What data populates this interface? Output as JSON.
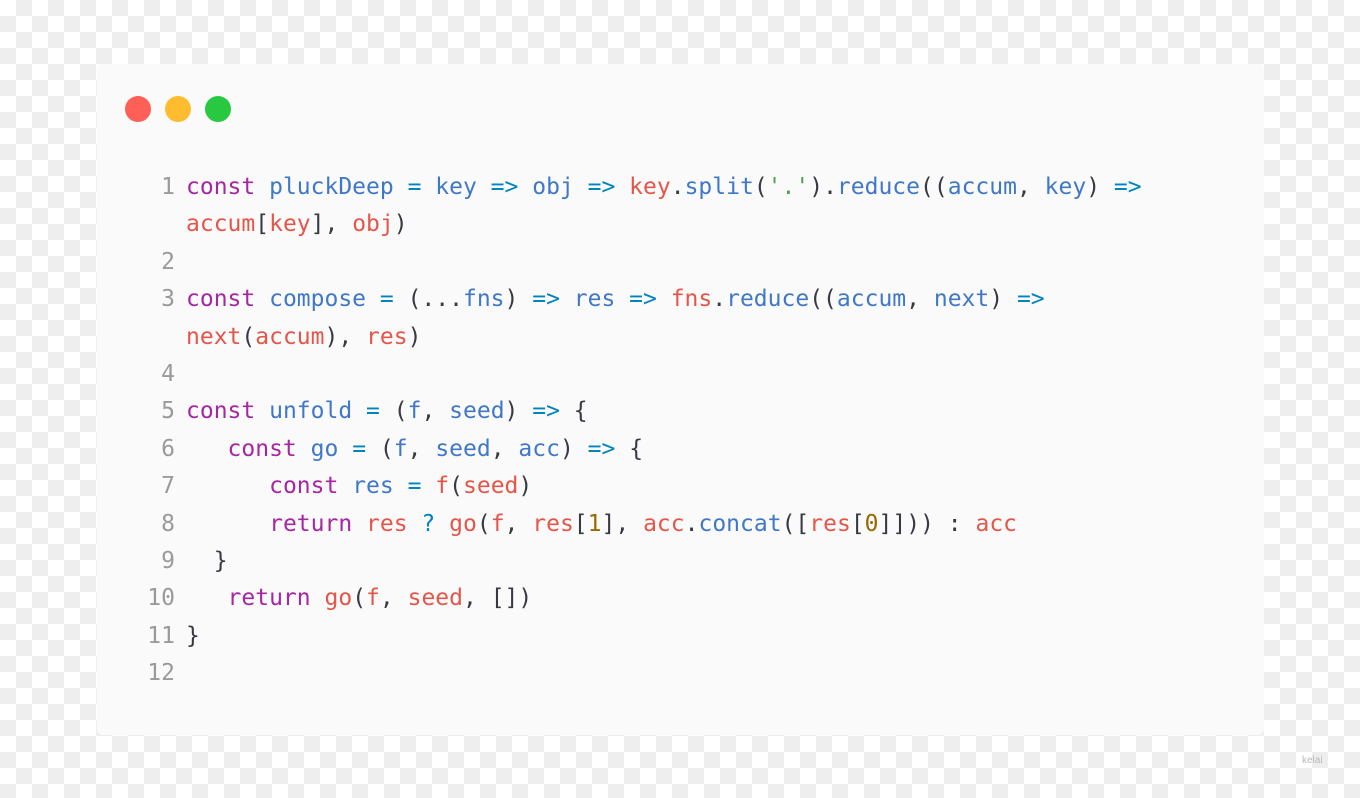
{
  "window": {
    "controls": [
      "close-icon",
      "minimize-icon",
      "maximize-icon"
    ],
    "colors": {
      "close": "#fe5f57",
      "minimize": "#febc2e",
      "maximize": "#28c840"
    }
  },
  "code": {
    "lines": [
      {
        "n": "1",
        "parts": [
          "const",
          " pluckDeep",
          " = ",
          "key",
          " => ",
          "obj",
          " => ",
          "key",
          ".",
          "split",
          "(",
          "'.'",
          ").",
          "reduce",
          "((",
          "accum",
          ", ",
          "key",
          ") ",
          "=>"
        ]
      },
      {
        "n": "",
        "parts": [
          "accum",
          "[",
          "key",
          "], ",
          "obj",
          ")"
        ]
      },
      {
        "n": "2",
        "parts": []
      },
      {
        "n": "3",
        "parts": [
          "const",
          " compose",
          " = ",
          "(...",
          "fns",
          ") ",
          "=>",
          " res",
          " => ",
          "fns",
          ".",
          "reduce",
          "((",
          "accum",
          ", ",
          "next",
          ") ",
          "=>"
        ]
      },
      {
        "n": "",
        "parts": [
          "next",
          "(",
          "accum",
          "), ",
          "res",
          ")"
        ]
      },
      {
        "n": "4",
        "parts": []
      },
      {
        "n": "5",
        "parts": [
          "const",
          " unfold",
          " = ",
          "(",
          "f",
          ", ",
          "seed",
          ") ",
          "=>",
          " {"
        ]
      },
      {
        "n": "6",
        "parts": [
          "   ",
          "const",
          " go",
          " = ",
          "(",
          "f",
          ", ",
          "seed",
          ", ",
          "acc",
          ") ",
          "=>",
          " {"
        ]
      },
      {
        "n": "7",
        "parts": [
          "      ",
          "const",
          " res",
          " = ",
          "f",
          "(",
          "seed",
          ")"
        ]
      },
      {
        "n": "8",
        "parts": [
          "      ",
          "return",
          " res",
          " ? ",
          "go",
          "(",
          "f",
          ", ",
          "res",
          "[",
          "1",
          "], ",
          "acc",
          ".",
          "concat",
          "([",
          "res",
          "[",
          "0",
          "]])) : ",
          "acc"
        ]
      },
      {
        "n": "9",
        "parts": [
          "  }"
        ]
      },
      {
        "n": "10",
        "parts": [
          "   ",
          "return",
          " go",
          "(",
          "f",
          ", ",
          "seed",
          ", ",
          "[])"
        ]
      },
      {
        "n": "11",
        "parts": [
          "}"
        ]
      },
      {
        "n": "12",
        "parts": []
      }
    ],
    "token_colors": {
      "keyword": "#a626a4",
      "function": "#4078c8",
      "variable": "#e45649",
      "string": "#50a14f",
      "number": "#986801",
      "operator": "#0184bc",
      "punctuation": "#383a42"
    }
  },
  "watermark": "kelai"
}
